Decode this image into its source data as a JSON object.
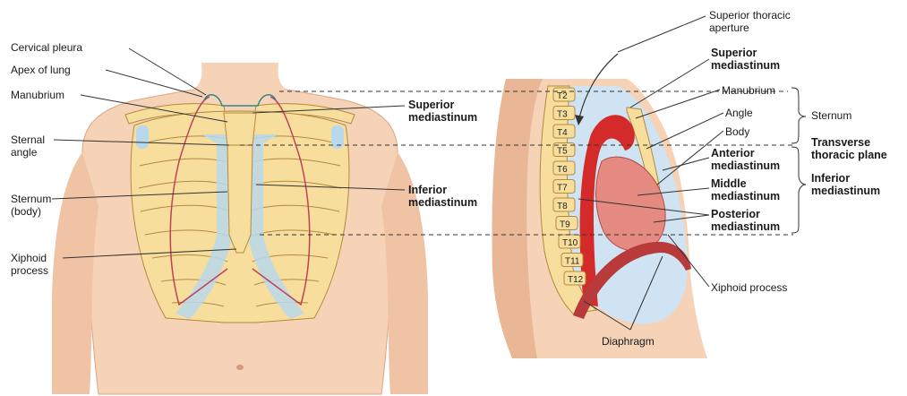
{
  "left_labels": {
    "cervical_pleura": "Cervical pleura",
    "apex_of_lung": "Apex of lung",
    "manubrium": "Manubrium",
    "sternal_angle": "Sternal\nangle",
    "sternum_body": "Sternum\n(body)",
    "xiphoid_process": "Xiphoid\nprocess"
  },
  "middle_labels": {
    "superior_mediastinum": "Superior\nmediastinum",
    "inferior_mediastinum": "Inferior\nmediastinum"
  },
  "right_labels": {
    "superior_thoracic_aperture": "Superior thoracic\naperture",
    "superior_mediastinum": "Superior\nmediastinum",
    "manubrium": "Manubrium",
    "angle": "Angle",
    "body": "Body",
    "sternum": "Sternum",
    "transverse_thoracic_plane": "Transverse\nthoracic plane",
    "anterior_mediastinum": "Anterior\nmediastinum",
    "inferior_mediastinum": "Inferior\nmediastinum",
    "middle_mediastinum": "Middle\nmediastinum",
    "posterior_mediastinum": "Posterior\nmediastinum",
    "xiphoid_process": "Xiphoid process",
    "diaphragm": "Diaphragm"
  },
  "vertebrae": [
    "T2",
    "T3",
    "T4",
    "T5",
    "T6",
    "T7",
    "T8",
    "T9",
    "T10",
    "T11",
    "T12"
  ],
  "colors": {
    "skin": "#f6d2b6",
    "skin_shadow": "#e9b796",
    "bone": "#f7de9c",
    "bone_outline": "#b38a3f",
    "cartilage": "#b9d8ec",
    "lung_line": "#c0405a",
    "pleura_line": "#2e8a8a",
    "aorta": "#d42a2a",
    "heart": "#e58a80",
    "diaphragm": "#b83a3a",
    "dashed": "#333333"
  }
}
